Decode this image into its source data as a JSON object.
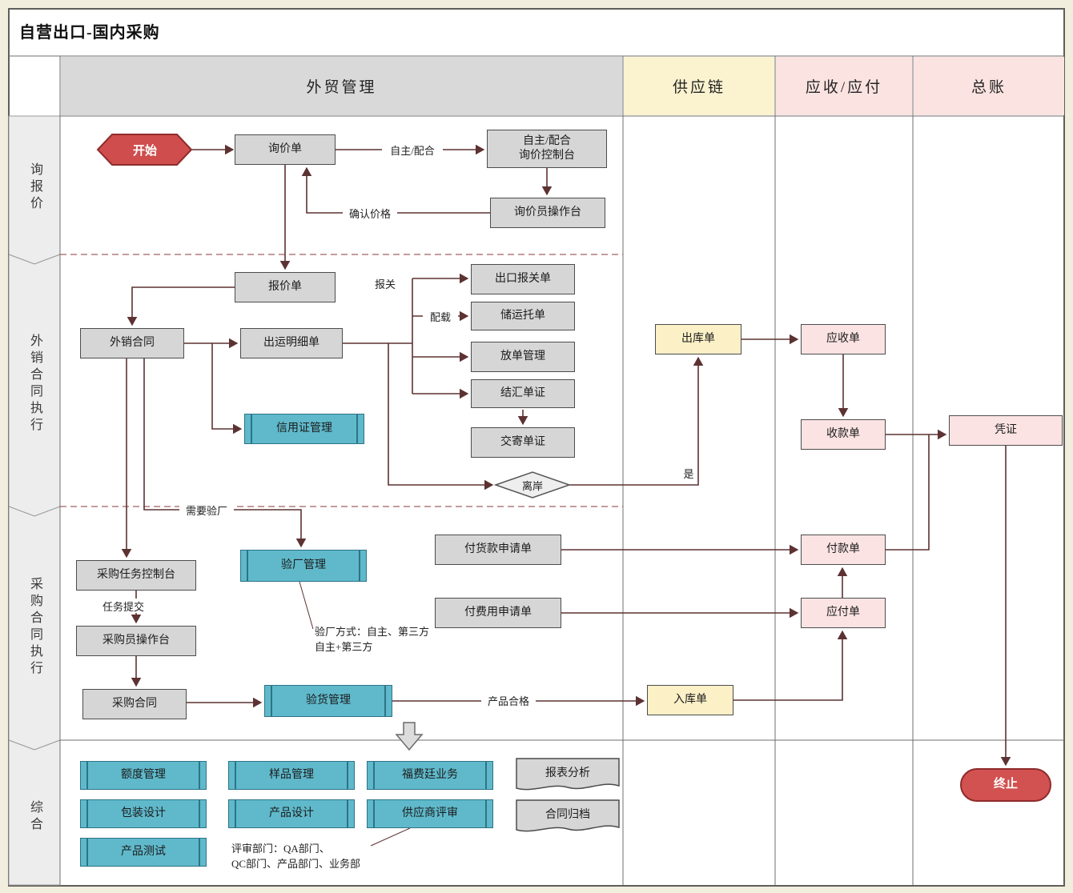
{
  "title": "自营出口-国内采购",
  "columns": {
    "trade": "外贸管理",
    "supply": "供应链",
    "ar_ap": "应收/应付",
    "ledger": "总账"
  },
  "lanes": {
    "inquiry": "询报价",
    "export_exec": "外销合同执行",
    "purchase_exec": "采购合同执行",
    "general": "综合"
  },
  "nodes": {
    "start": "开始",
    "inquiry_form": "询价单",
    "inquiry_console_line1": "自主/配合",
    "inquiry_console_line2": "询价控制台",
    "inquiry_operator": "询价员操作台",
    "quotation": "报价单",
    "export_contract": "外销合同",
    "shipping_detail": "出运明细单",
    "export_declaration": "出口报关单",
    "storage_order": "储运托单",
    "release_mgmt": "放单管理",
    "settlement_docs": "结汇单证",
    "mailing_docs": "交寄单证",
    "lc_mgmt": "信用证管理",
    "offshore": "离岸",
    "outbound_order": "出库单",
    "receivable": "应收单",
    "receipt": "收款单",
    "voucher": "凭证",
    "purchase_task_console": "采购任务控制台",
    "buyer_console": "采购员操作台",
    "purchase_contract": "采购合同",
    "factory_inspection": "验厂管理",
    "pay_goods_request": "付货款申请单",
    "pay_fee_request": "付费用申请单",
    "payment_order": "付款单",
    "payable": "应付单",
    "goods_inspection": "验货管理",
    "inbound_order": "入库单",
    "quota_mgmt": "额度管理",
    "packaging_design": "包装设计",
    "product_test": "产品测试",
    "sample_mgmt": "样品管理",
    "product_design": "产品设计",
    "forfaiting": "福费廷业务",
    "supplier_review": "供应商评审",
    "report_analysis": "报表分析",
    "contract_archive": "合同归档",
    "terminate": "终止"
  },
  "edge_labels": {
    "mode": "自主/配合",
    "confirm_price": "确认价格",
    "customs": "报关",
    "stowage": "配载",
    "yes": "是",
    "need_factory_inspection": "需要验厂",
    "task_submit": "任务提交",
    "product_qualified": "产品合格"
  },
  "annotations": {
    "inspection_methods_line1": "验厂方式：自主、第三方",
    "inspection_methods_line2": "自主+第三方",
    "review_depts_line1": "评审部门：QA部门、",
    "review_depts_line2": "QC部门、产品部门、业务部"
  },
  "colors": {
    "accent_red": "#cf4d4d",
    "teal": "#5fb9cb",
    "yellow": "#fcf0c6",
    "pink": "#fbe3e3",
    "header_gray": "#d9d9d9",
    "header_yellow": "#fbf2cf",
    "header_pink": "#fae3e1",
    "connector": "#5d3232"
  }
}
